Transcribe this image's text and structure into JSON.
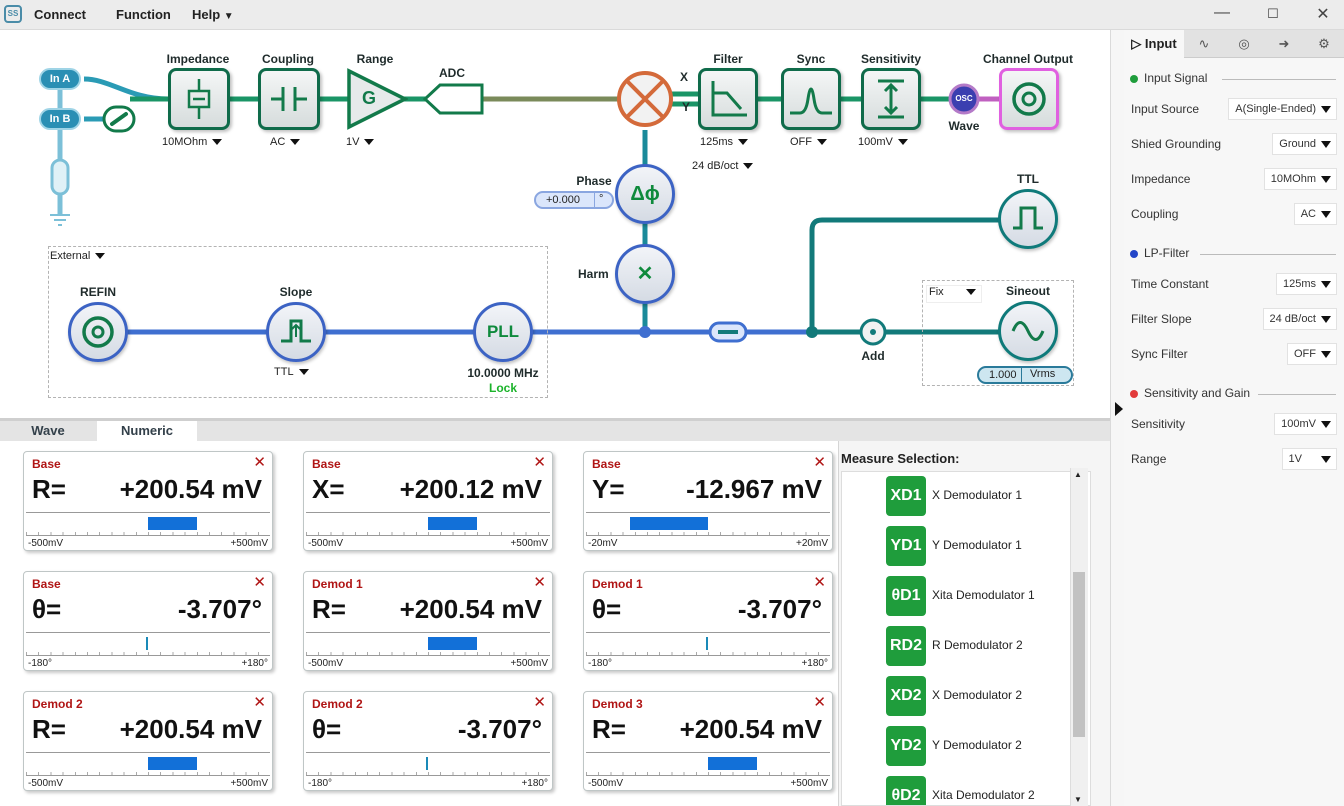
{
  "menu": {
    "connect": "Connect",
    "function": "Function",
    "help": "Help"
  },
  "window": {
    "minimize": "—",
    "maximize": "☐",
    "close": "✕"
  },
  "diagram": {
    "inputs": {
      "in_a": "In A",
      "in_b": "In B"
    },
    "impedance": {
      "label": "Impedance",
      "value": "10MOhm"
    },
    "coupling": {
      "label": "Coupling",
      "value": "AC"
    },
    "range": {
      "label": "Range",
      "value": "1V",
      "glyph": "G"
    },
    "adc": {
      "label": "ADC"
    },
    "mixer": {
      "x": "X",
      "y": "Y"
    },
    "filter": {
      "label": "Filter",
      "time": "125ms",
      "slope": "24 dB/oct"
    },
    "sync": {
      "label": "Sync",
      "value": "OFF"
    },
    "sensitivity": {
      "label": "Sensitivity",
      "value": "100mV"
    },
    "wave": {
      "label": "Wave",
      "badge": "OSC"
    },
    "channel_output": {
      "label": "Channel Output"
    },
    "phase": {
      "label": "Phase",
      "value": "+0.000",
      "unit": "°",
      "glyph": "Δϕ"
    },
    "harm": {
      "label": "Harm",
      "glyph": "✕"
    },
    "ttl": {
      "label": "TTL"
    },
    "ref": {
      "source": "External",
      "refin": "REFIN",
      "slope_label": "Slope",
      "slope_value": "TTL",
      "pll": "PLL",
      "freq": "10.0000 MHz",
      "lock": "Lock"
    },
    "sineout": {
      "label": "Sineout",
      "mode": "Fix",
      "value": "1.000",
      "unit": "Vrms"
    },
    "add": {
      "label": "Add"
    }
  },
  "tabs": [
    {
      "label": "Wave"
    },
    {
      "label": "Numeric"
    }
  ],
  "cards": [
    {
      "title": "Base",
      "name": "R=",
      "value": "+200.54 mV",
      "min": "-500mV",
      "max": "+500mV",
      "level": [
        0.5,
        0.7
      ]
    },
    {
      "title": "Base",
      "name": "X=",
      "value": "+200.12 mV",
      "min": "-500mV",
      "max": "+500mV",
      "level": [
        0.5,
        0.7
      ]
    },
    {
      "title": "Base",
      "name": "Y=",
      "value": "-12.967 mV",
      "min": "-20mV",
      "max": "+20mV",
      "level": [
        0.18,
        0.5
      ]
    },
    {
      "title": "Base",
      "name": "θ=",
      "value": "-3.707°",
      "min": "-180°",
      "max": "+180°",
      "level": [
        0.49,
        0.49
      ]
    },
    {
      "title": "Demod 1",
      "name": "R=",
      "value": "+200.54 mV",
      "min": "-500mV",
      "max": "+500mV",
      "level": [
        0.5,
        0.7
      ]
    },
    {
      "title": "Demod 1",
      "name": "θ=",
      "value": "-3.707°",
      "min": "-180°",
      "max": "+180°",
      "level": [
        0.49,
        0.49
      ]
    },
    {
      "title": "Demod 2",
      "name": "R=",
      "value": "+200.54 mV",
      "min": "-500mV",
      "max": "+500mV",
      "level": [
        0.5,
        0.7
      ]
    },
    {
      "title": "Demod 2",
      "name": "θ=",
      "value": "-3.707°",
      "min": "-180°",
      "max": "+180°",
      "level": [
        0.49,
        0.49
      ]
    },
    {
      "title": "Demod 3",
      "name": "R=",
      "value": "+200.54 mV",
      "min": "-500mV",
      "max": "+500mV",
      "level": [
        0.5,
        0.7
      ]
    }
  ],
  "card_close": "✕",
  "measure": {
    "title": "Measure Selection:",
    "items": [
      {
        "badge": "XD1",
        "label": "X Demodulator 1"
      },
      {
        "badge": "YD1",
        "label": "Y Demodulator 1"
      },
      {
        "badge": "θD1",
        "label": "Xita Demodulator 1"
      },
      {
        "badge": "RD2",
        "label": "R Demodulator 2"
      },
      {
        "badge": "XD2",
        "label": "X Demodulator 2"
      },
      {
        "badge": "YD2",
        "label": "Y Demodulator 2"
      },
      {
        "badge": "θD2",
        "label": "Xita Demodulator 2"
      }
    ]
  },
  "panel": {
    "tabs": [
      {
        "label": "Input",
        "icon": "play-outline-icon"
      },
      {
        "label": "",
        "icon": "wave-icon"
      },
      {
        "label": "",
        "icon": "target-icon"
      },
      {
        "label": "",
        "icon": "arrow-icon"
      },
      {
        "label": "",
        "icon": "gear-icon"
      }
    ],
    "input_active_glyph": "▷",
    "section_input": "Input Signal",
    "section_filter": "LP-Filter",
    "section_sens": "Sensitivity and Gain",
    "rows": {
      "input_source": {
        "label": "Input Source",
        "value": "A(Single-Ended)"
      },
      "grounding": {
        "label": "Shied Grounding",
        "value": "Ground"
      },
      "impedance": {
        "label": "Impedance",
        "value": "10MOhm"
      },
      "coupling": {
        "label": "Coupling",
        "value": "AC"
      },
      "time_constant": {
        "label": "Time Constant",
        "value": "125ms"
      },
      "filter_slope": {
        "label": "Filter Slope",
        "value": "24 dB/oct"
      },
      "sync_filter": {
        "label": "Sync Filter",
        "value": "OFF"
      },
      "sensitivity": {
        "label": "Sensitivity",
        "value": "100mV"
      },
      "range": {
        "label": "Range",
        "value": "1V"
      }
    },
    "colors": {
      "input": "#1f9d3c",
      "filter": "#2346c8",
      "sens": "#e23b3b"
    }
  }
}
